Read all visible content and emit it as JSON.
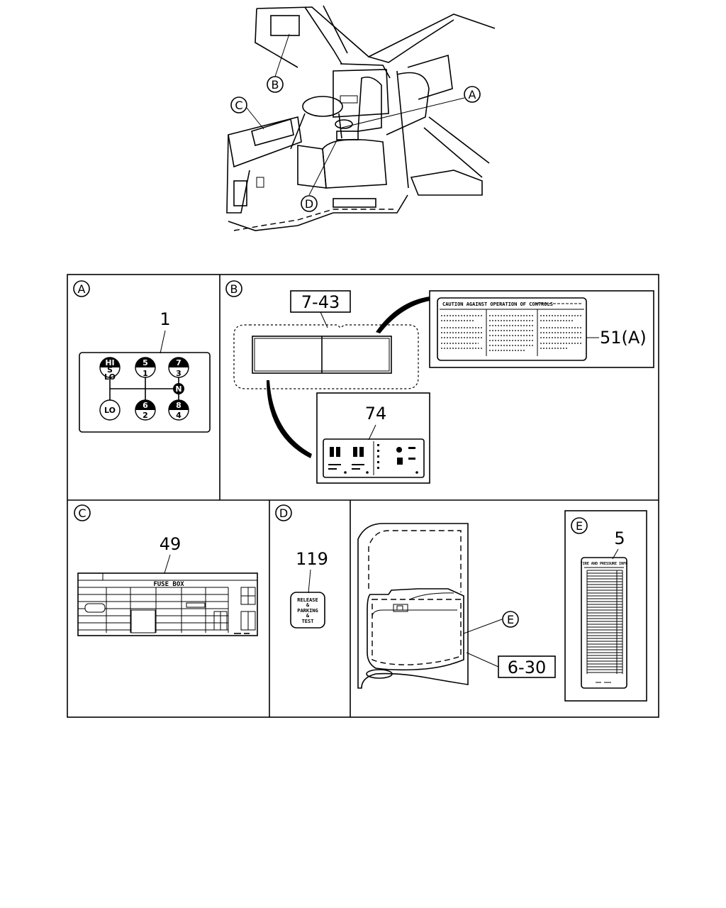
{
  "overview": {
    "callouts": [
      "A",
      "B",
      "C",
      "D"
    ]
  },
  "panels": {
    "A": {
      "label": "A",
      "part": "1",
      "shift": {
        "hi": "HI",
        "s": "S",
        "lo_top": "LO",
        "five": "5",
        "one": "1",
        "seven": "7",
        "three": "3",
        "n": "N",
        "six": "6",
        "two": "2",
        "eight": "8",
        "four": "4",
        "lo": "LO"
      }
    },
    "B": {
      "label": "B",
      "part_main": "7-43",
      "part_caution": "51(A)",
      "part_decal": "74",
      "caution_header": "CAUTION AGAINST OPERATION OF CONTROLS"
    },
    "C": {
      "label": "C",
      "part": "49",
      "fuse_title": "FUSE BOX"
    },
    "D": {
      "label": "D",
      "part": "119",
      "plate_lines": [
        "RELEASE",
        "PARKING",
        "TEST"
      ]
    },
    "door": {
      "callout": "E",
      "part": "6-30"
    },
    "E": {
      "label": "E",
      "part": "5",
      "plate_header": "TIRE AND PRESSURE INFO"
    }
  }
}
